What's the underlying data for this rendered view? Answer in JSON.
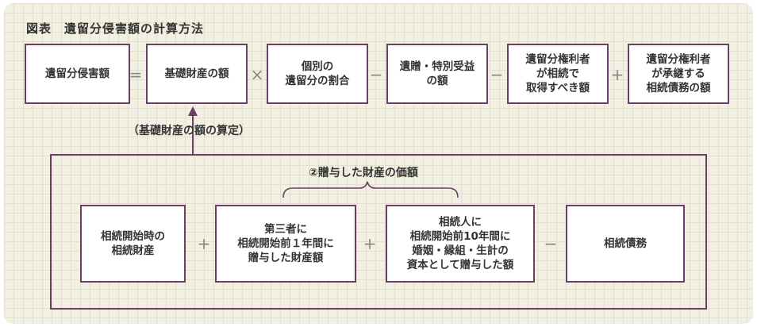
{
  "title": "図表　遺留分侵害額の計算方法",
  "formula": {
    "terms": [
      "遺留分侵害額",
      "基礎財産の額",
      "個別の\n遺留分の割合",
      "遺贈・特別受益\nの額",
      "遺留分権利者\nが相続で\n取得すべき額",
      "遺留分権利者\nが承継する\n相続債務の額"
    ],
    "operators": [
      "=",
      "×",
      "−",
      "−",
      "+"
    ]
  },
  "basis_label": "（基礎財産の額の算定）",
  "basis": {
    "terms": [
      "相続開始時の\n相続財産",
      "第三者に\n相続開始前１年間に\n贈与した財産額",
      "相続人に\n相続開始前10年間に\n婚姻・縁組・生計の\n資本として贈与した額",
      "相続債務"
    ],
    "operators": [
      "+",
      "+",
      "−"
    ],
    "gift_label": "②贈与した財産の価額"
  },
  "colors": {
    "border": "#6e3f66",
    "operator": "#888888",
    "background": "#f2f0e3"
  }
}
